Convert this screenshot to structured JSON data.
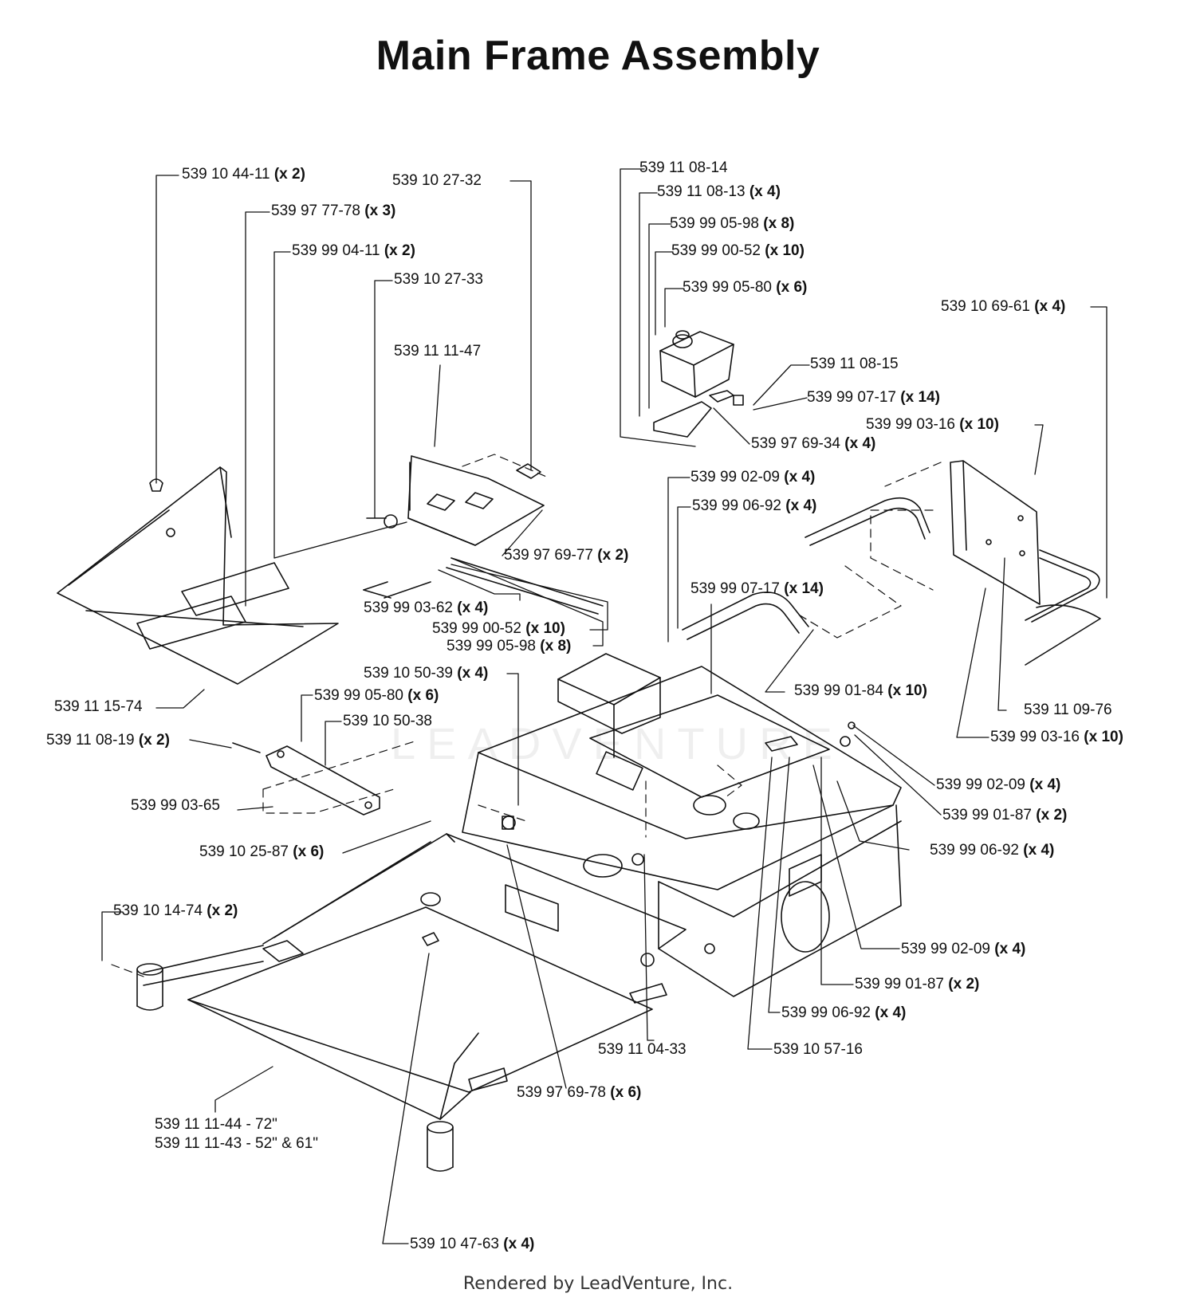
{
  "title": "Main Frame Assembly",
  "watermark": "LEADVENTURE",
  "credit": "Rendered by LeadVenture, Inc.",
  "callouts": [
    {
      "part": "539 10 44-11",
      "qty": "(x 2)"
    },
    {
      "part": "539 97 77-78",
      "qty": "(x 3)"
    },
    {
      "part": "539 99 04-11",
      "qty": "(x 2)"
    },
    {
      "part": "539 10 27-32",
      "qty": ""
    },
    {
      "part": "539 10 27-33",
      "qty": ""
    },
    {
      "part": "539 11 11-47",
      "qty": ""
    },
    {
      "part": "539 11 08-14",
      "qty": ""
    },
    {
      "part": "539 11 08-13",
      "qty": "(x 4)"
    },
    {
      "part": "539 99 05-98",
      "qty": "(x 8)"
    },
    {
      "part": "539 99 00-52",
      "qty": "(x 10)"
    },
    {
      "part": "539 99 05-80",
      "qty": "(x 6)"
    },
    {
      "part": "539 10 69-61",
      "qty": "(x 4)"
    },
    {
      "part": "539 11 08-15",
      "qty": ""
    },
    {
      "part": "539 99 07-17",
      "qty": "(x 14)"
    },
    {
      "part": "539 99 03-16",
      "qty": "(x 10)"
    },
    {
      "part": "539 97 69-34",
      "qty": "(x 4)"
    },
    {
      "part": "539 99 02-09",
      "qty": "(x 4)"
    },
    {
      "part": "539 99 06-92",
      "qty": "(x 4)"
    },
    {
      "part": "539 97 69-77",
      "qty": "(x 2)"
    },
    {
      "part": "539 99 07-17",
      "qty": "(x 14)"
    },
    {
      "part": "539 99 03-62",
      "qty": "(x 4)"
    },
    {
      "part": "539 99 00-52",
      "qty": "(x 10)"
    },
    {
      "part": "539 99 05-98",
      "qty": "(x 8)"
    },
    {
      "part": "539 10 50-39",
      "qty": "(x 4)"
    },
    {
      "part": "539 99 01-84",
      "qty": "(x 10)"
    },
    {
      "part": "539 11 15-74",
      "qty": ""
    },
    {
      "part": "539 99 05-80",
      "qty": "(x 6)"
    },
    {
      "part": "539 10 50-38",
      "qty": ""
    },
    {
      "part": "539 11 08-19",
      "qty": "(x 2)"
    },
    {
      "part": "539 11 09-76",
      "qty": ""
    },
    {
      "part": "539 99 03-16",
      "qty": "(x 10)"
    },
    {
      "part": "539 99 02-09",
      "qty": "(x 4)"
    },
    {
      "part": "539 99 03-65",
      "qty": ""
    },
    {
      "part": "539 99 01-87",
      "qty": "(x 2)"
    },
    {
      "part": "539 10 25-87",
      "qty": "(x 6)"
    },
    {
      "part": "539 99 06-92",
      "qty": "(x 4)"
    },
    {
      "part": "539 10 14-74",
      "qty": "(x 2)"
    },
    {
      "part": "539 99 02-09",
      "qty": "(x 4)"
    },
    {
      "part": "539 99 01-87",
      "qty": "(x 2)"
    },
    {
      "part": "539 99 06-92",
      "qty": "(x 4)"
    },
    {
      "part": "539 11 04-33",
      "qty": ""
    },
    {
      "part": "539 10 57-16",
      "qty": ""
    },
    {
      "part": "539 97 69-78",
      "qty": "(x 6)"
    },
    {
      "part": "539 11 11-44 - 72\"",
      "qty": ""
    },
    {
      "part": "539 11 11-43 - 52\" & 61\"",
      "qty": ""
    },
    {
      "part": "539 10 47-63",
      "qty": "(x 4)"
    }
  ]
}
